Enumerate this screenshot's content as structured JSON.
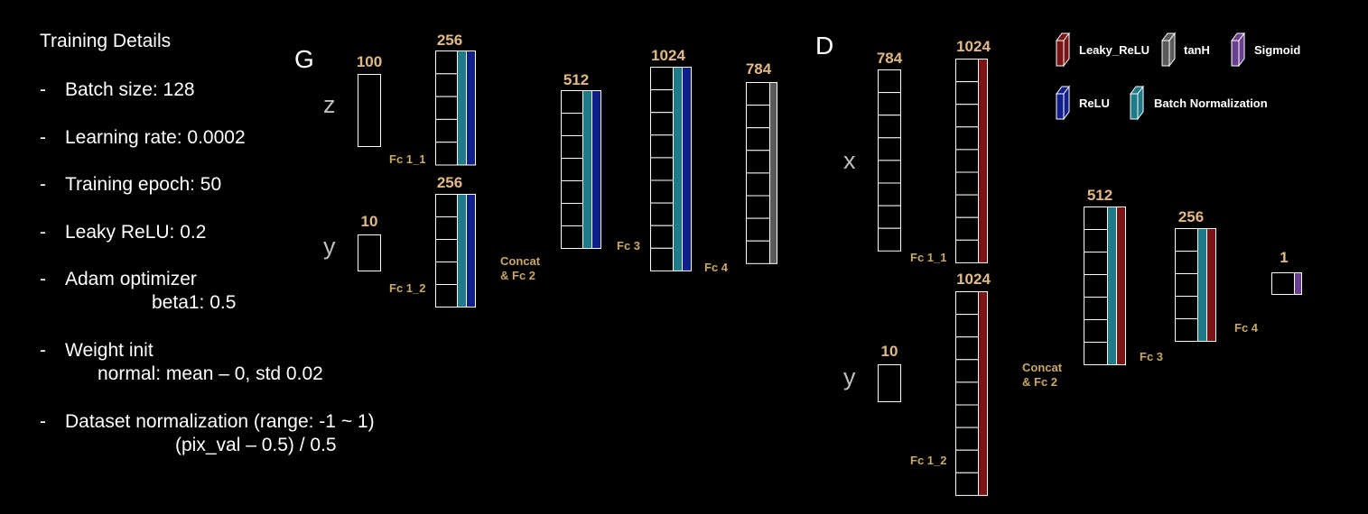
{
  "details": {
    "title": "Training Details",
    "items": [
      {
        "dash": "-",
        "text": "Batch size: 128"
      },
      {
        "dash": "-",
        "text": "Learning rate: 0.0002"
      },
      {
        "dash": "-",
        "text": "Training epoch: 50"
      },
      {
        "dash": "-",
        "text": "Leaky ReLU: 0.2"
      },
      {
        "dash": "-",
        "text": "Adam optimizer"
      },
      {
        "dash": "-",
        "text": "Weight init"
      },
      {
        "dash": "-",
        "text": "Dataset normalization (range: -1 ~ 1)"
      }
    ],
    "subs": [
      "beta1: 0.5",
      "normal: mean – 0, std 0.02",
      "(pix_val – 0.5) / 0.5"
    ]
  },
  "generator": {
    "label": "G",
    "z_label": "z",
    "y_label": "y",
    "sizes": [
      "100",
      "256",
      "10",
      "256",
      "512",
      "1024",
      "784"
    ],
    "fc": [
      "Fc 1_1",
      "Fc 1_2",
      "Concat\n& Fc 2",
      "Fc 3",
      "Fc 4"
    ]
  },
  "discriminator": {
    "label": "D",
    "x_label": "x",
    "y_label": "y",
    "sizes": [
      "784",
      "1024",
      "10",
      "1024",
      "512",
      "256",
      "1"
    ],
    "fc": [
      "Fc 1_1",
      "Fc 1_2",
      "Concat\n& Fc 2",
      "Fc 3",
      "Fc 4"
    ]
  },
  "legend": [
    {
      "label": "Leaky_ReLU",
      "color": "#7a1414"
    },
    {
      "label": "tanH",
      "color": "#5a5a5a"
    },
    {
      "label": "Sigmoid",
      "color": "#6a3f8f"
    },
    {
      "label": "ReLU",
      "color": "#101f8a"
    },
    {
      "label": "Batch Normalization",
      "color": "#1f7a8a"
    }
  ]
}
